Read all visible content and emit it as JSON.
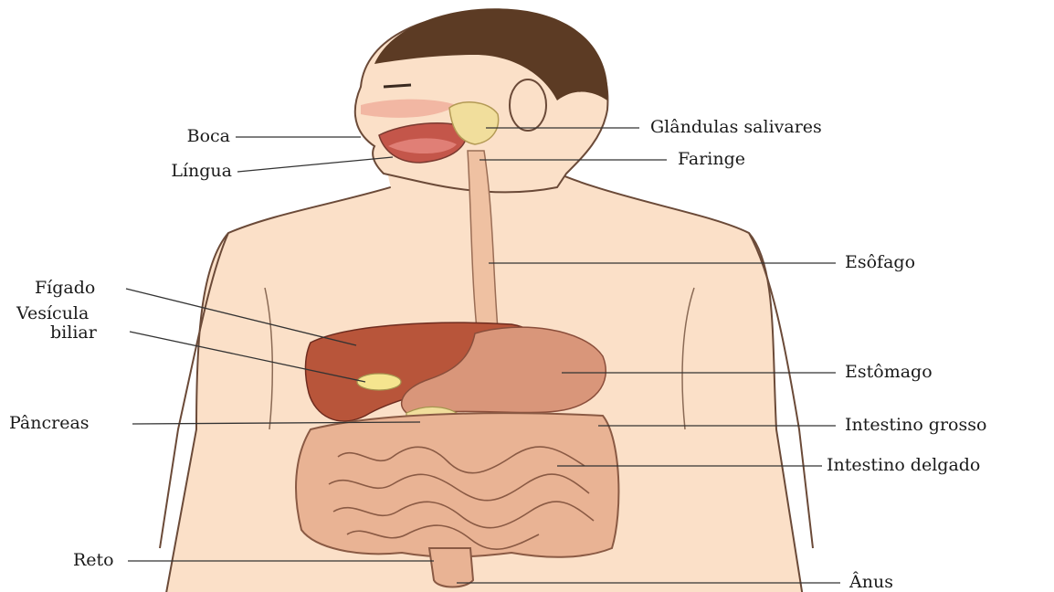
{
  "labels": {
    "boca": "Boca",
    "lingua": "Língua",
    "figado": "Fígado",
    "vesicula_1": "Vesícula",
    "vesicula_2": "biliar",
    "pancreas": "Pâncreas",
    "reto": "Reto",
    "glandulas": "Glândulas salivares",
    "faringe": "Faringe",
    "esofago": "Esôfago",
    "estomago": "Estômago",
    "intestino_grosso": "Intestino grosso",
    "intestino_delgado": "Intestino delgado",
    "anus": "Ânus"
  },
  "colors": {
    "skin": "#fbe0c8",
    "hair": "#5c3b24",
    "liver": "#b8553a",
    "stomach": "#d9967a",
    "intestine": "#e9b394",
    "gland": "#f1de9c",
    "esophagus": "#efc1a2",
    "gallbladder": "#f5e58f"
  }
}
